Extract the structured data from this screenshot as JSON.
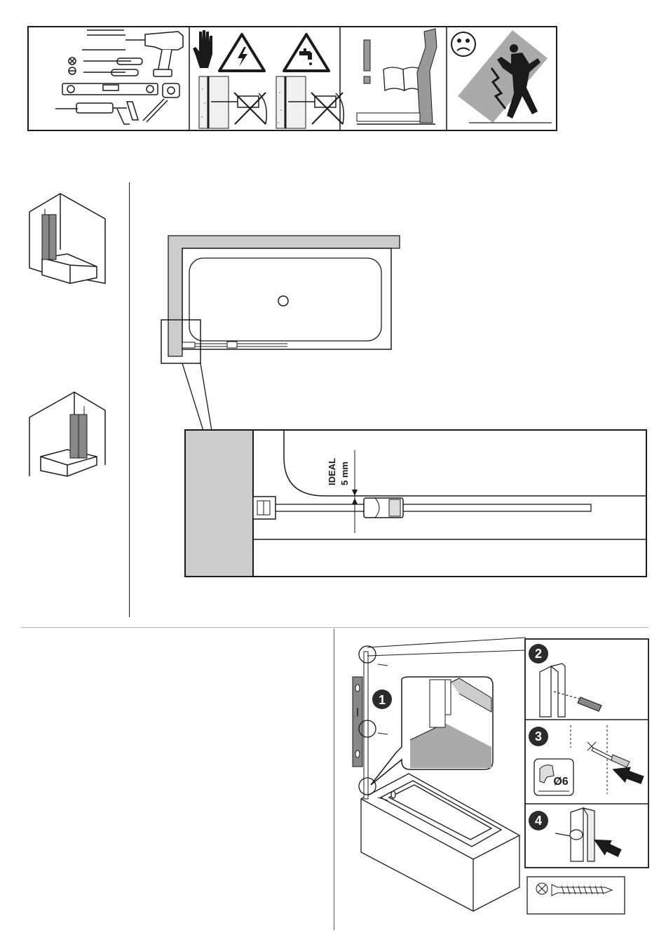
{
  "warning_strip": {
    "icons": [
      "tools-icon",
      "drill-icon",
      "hand-stop-icon",
      "electric-hazard-icon",
      "water-hazard-icon",
      "manual-icon",
      "unhappy-face-icon",
      "falling-person-icon"
    ]
  },
  "layout_plan": {
    "ideal_label": "IDEAL",
    "gap_label": "5 mm"
  },
  "steps": {
    "step1": "1",
    "step2": "2",
    "step3": "3",
    "step4": "4",
    "drill_size": "Ø6"
  },
  "colors": {
    "line": "#1a1a1a",
    "grey_fill": "#cccccc",
    "dark_grey": "#9a9a9a",
    "step_circle": "#2b2b2b"
  }
}
